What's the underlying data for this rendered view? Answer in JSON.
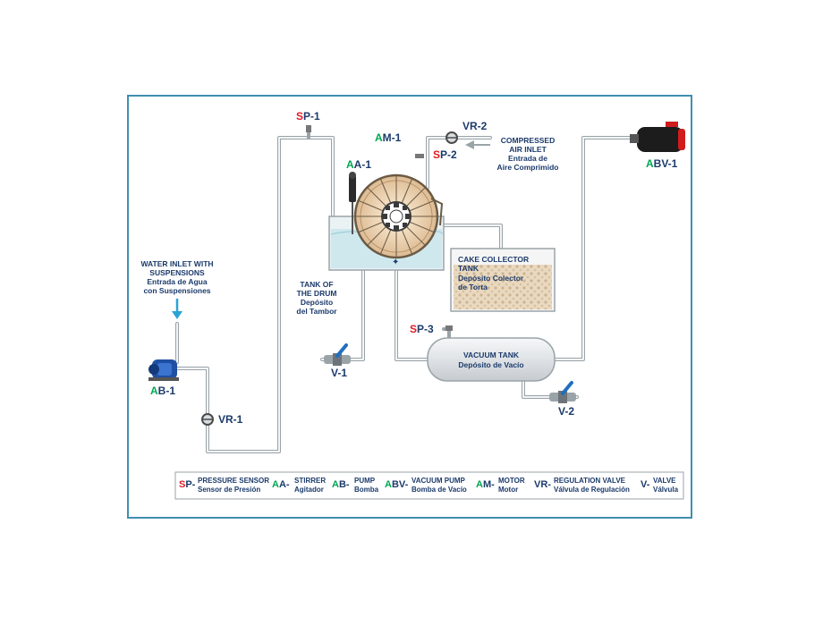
{
  "components": {
    "sp1": {
      "prefix": "S",
      "rest": "P-1"
    },
    "am1": {
      "prefix": "A",
      "rest": "M-1"
    },
    "aa1": {
      "prefix": "A",
      "rest": "A-1"
    },
    "vr2": {
      "prefix": "",
      "rest": "VR-2"
    },
    "sp2": {
      "prefix": "S",
      "rest": "P-2"
    },
    "abv1": {
      "prefix": "A",
      "rest": "BV-1"
    },
    "sp3": {
      "prefix": "S",
      "rest": "P-3"
    },
    "ab1": {
      "prefix": "A",
      "rest": "B-1"
    },
    "vr1": {
      "prefix": "",
      "rest": "VR-1"
    },
    "v1": {
      "prefix": "",
      "rest": "V-1"
    },
    "v2": {
      "prefix": "",
      "rest": "V-2"
    }
  },
  "labels": {
    "compressed_air": [
      "COMPRESSED",
      "AIR INLET",
      "Entrada de",
      "Aire Comprimido"
    ],
    "water_inlet": [
      "WATER INLET WITH",
      "SUSPENSIONS",
      "Entrada de Agua",
      "con Suspensiones"
    ],
    "tank_drum": [
      "TANK OF",
      "THE DRUM",
      "Depósito",
      "del Tambor"
    ],
    "cake_collector": [
      "CAKE COLLECTOR",
      "TANK",
      "Depósito Colector",
      "de Torta"
    ],
    "vacuum_tank": [
      "VACUUM TANK",
      "Depósito de Vacío"
    ]
  },
  "legend": [
    {
      "prefix": "S",
      "code": "P-",
      "en": "PRESSURE SENSOR",
      "es": "Sensor de Presión"
    },
    {
      "prefix": "A",
      "code": "A-",
      "en": "STIRRER",
      "es": "Agitador"
    },
    {
      "prefix": "A",
      "code": "B-",
      "en": "PUMP",
      "es": "Bomba"
    },
    {
      "prefix": "A",
      "code": "BV-",
      "en": "VACUUM PUMP",
      "es": "Bomba de Vacío"
    },
    {
      "prefix": "A",
      "code": "M-",
      "en": "MOTOR",
      "es": "Motor"
    },
    {
      "prefix": "",
      "code": "VR-",
      "en": "REGULATION VALVE",
      "es": "Válvula de Regulación"
    },
    {
      "prefix": "",
      "code": "V-",
      "en": "VALVE",
      "es": "Válvula"
    }
  ],
  "colors": {
    "frame": "#3f8fb0",
    "text": "#1b3a6b",
    "sensor_prefix": "#e31b23",
    "actuator_prefix": "#00a651",
    "water": "#cfe8ee",
    "arrow": "#2aa3d6"
  }
}
